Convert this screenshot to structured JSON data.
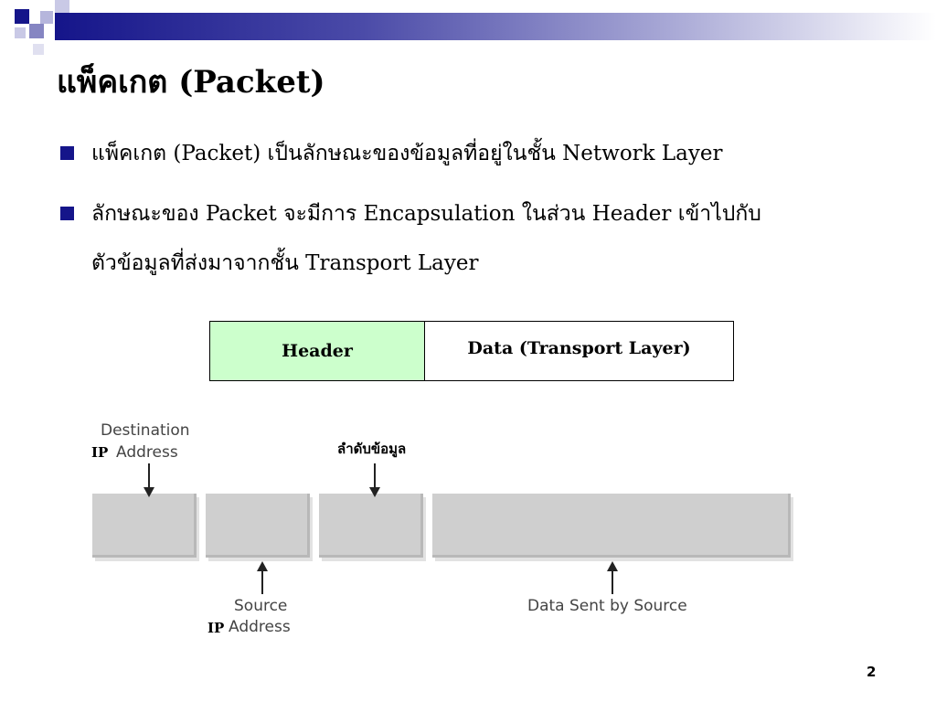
{
  "slide": {
    "title": "แพ็คเกต (Packet)",
    "bullets": [
      "แพ็คเกต (Packet) เป็นลักษณะของข้อมูลที่อยู่ในชั้น Network Layer",
      "ลักษณะของ Packet จะมีการ Encapsulation ในส่วน Header เข้าไปกับ",
      "ตัวข้อมูลที่ส่งมาจากชั้น Transport Layer"
    ],
    "page_number": "2"
  },
  "packet_box": {
    "header_label": "Header",
    "data_label": "Data (Transport Layer)",
    "header_color": "#ccffcc"
  },
  "diagram": {
    "destination_prefix": "IP",
    "destination_line1": "Destination",
    "destination_line2": "Address",
    "sequence_label": "ลำดับข้อมูล",
    "source_line1": "Source",
    "source_prefix": "IP",
    "source_line2": "Address",
    "data_label": "Data Sent by Source",
    "segment_color": "#cfcfcf"
  },
  "colors": {
    "bullet": "#15158a",
    "top_bar": "#15158a"
  }
}
